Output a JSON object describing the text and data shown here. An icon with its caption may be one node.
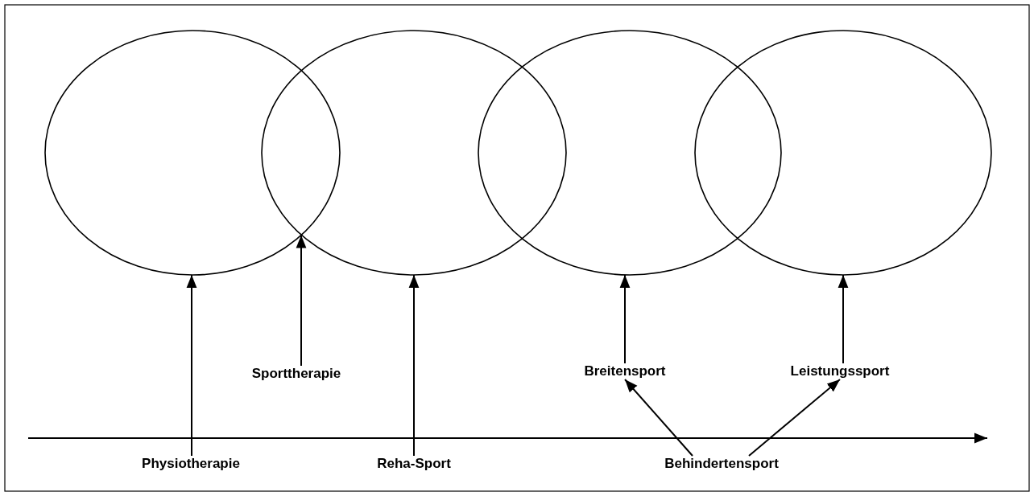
{
  "diagram": {
    "nodes": [
      {
        "text": [],
        "shape": "ellipse"
      },
      {
        "text": [],
        "shape": "ellipse"
      },
      {
        "text": [],
        "shape": "ellipse"
      },
      {
        "text": [],
        "shape": "ellipse"
      },
      {
        "text": [
          "Sporttherapie"
        ]
      },
      {
        "text": [
          "Breitensport"
        ]
      },
      {
        "text": [
          "Leistungssport"
        ]
      },
      {
        "text": [
          "Physiotherapie"
        ]
      },
      {
        "text": [
          "Reha-Sport"
        ]
      },
      {
        "text": [
          "Behindertensport"
        ]
      }
    ],
    "edges": [
      {
        "from": 7,
        "to": 0,
        "arrow": "to"
      },
      {
        "from": 4,
        "to": 0,
        "arrow": "to"
      },
      {
        "from": 8,
        "to": 1,
        "arrow": "to"
      },
      {
        "from": 5,
        "to": 2,
        "arrow": "to"
      },
      {
        "from": 6,
        "to": 3,
        "arrow": "to"
      },
      {
        "from": 9,
        "to": 5,
        "arrow": "to"
      },
      {
        "from": 9,
        "to": 6,
        "arrow": "to"
      }
    ]
  }
}
